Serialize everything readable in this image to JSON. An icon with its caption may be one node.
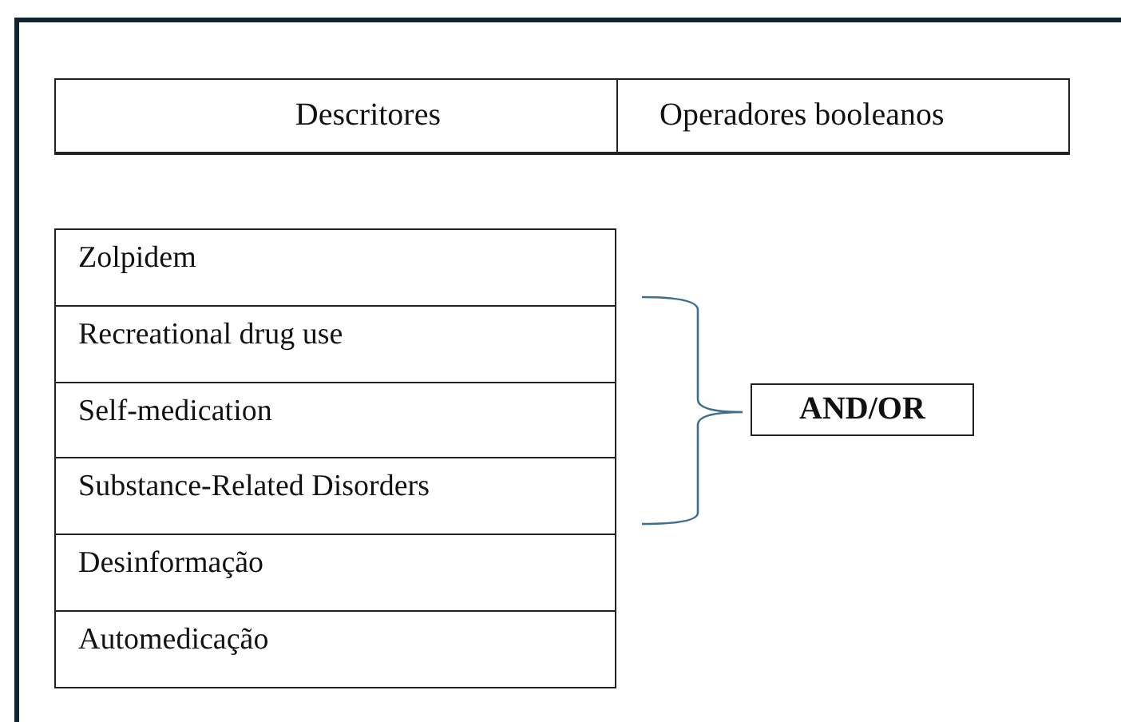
{
  "diagram": {
    "nodes": [
      {
        "text": [
          "AND/OR"
        ]
      }
    ],
    "labels": [
      "Descritores",
      "Operadores booleanos",
      "Zolpidem",
      "Recreational drug use",
      "Self-medication",
      "Substance-Related Disorders",
      "Desinformação",
      "Automedicação"
    ]
  }
}
